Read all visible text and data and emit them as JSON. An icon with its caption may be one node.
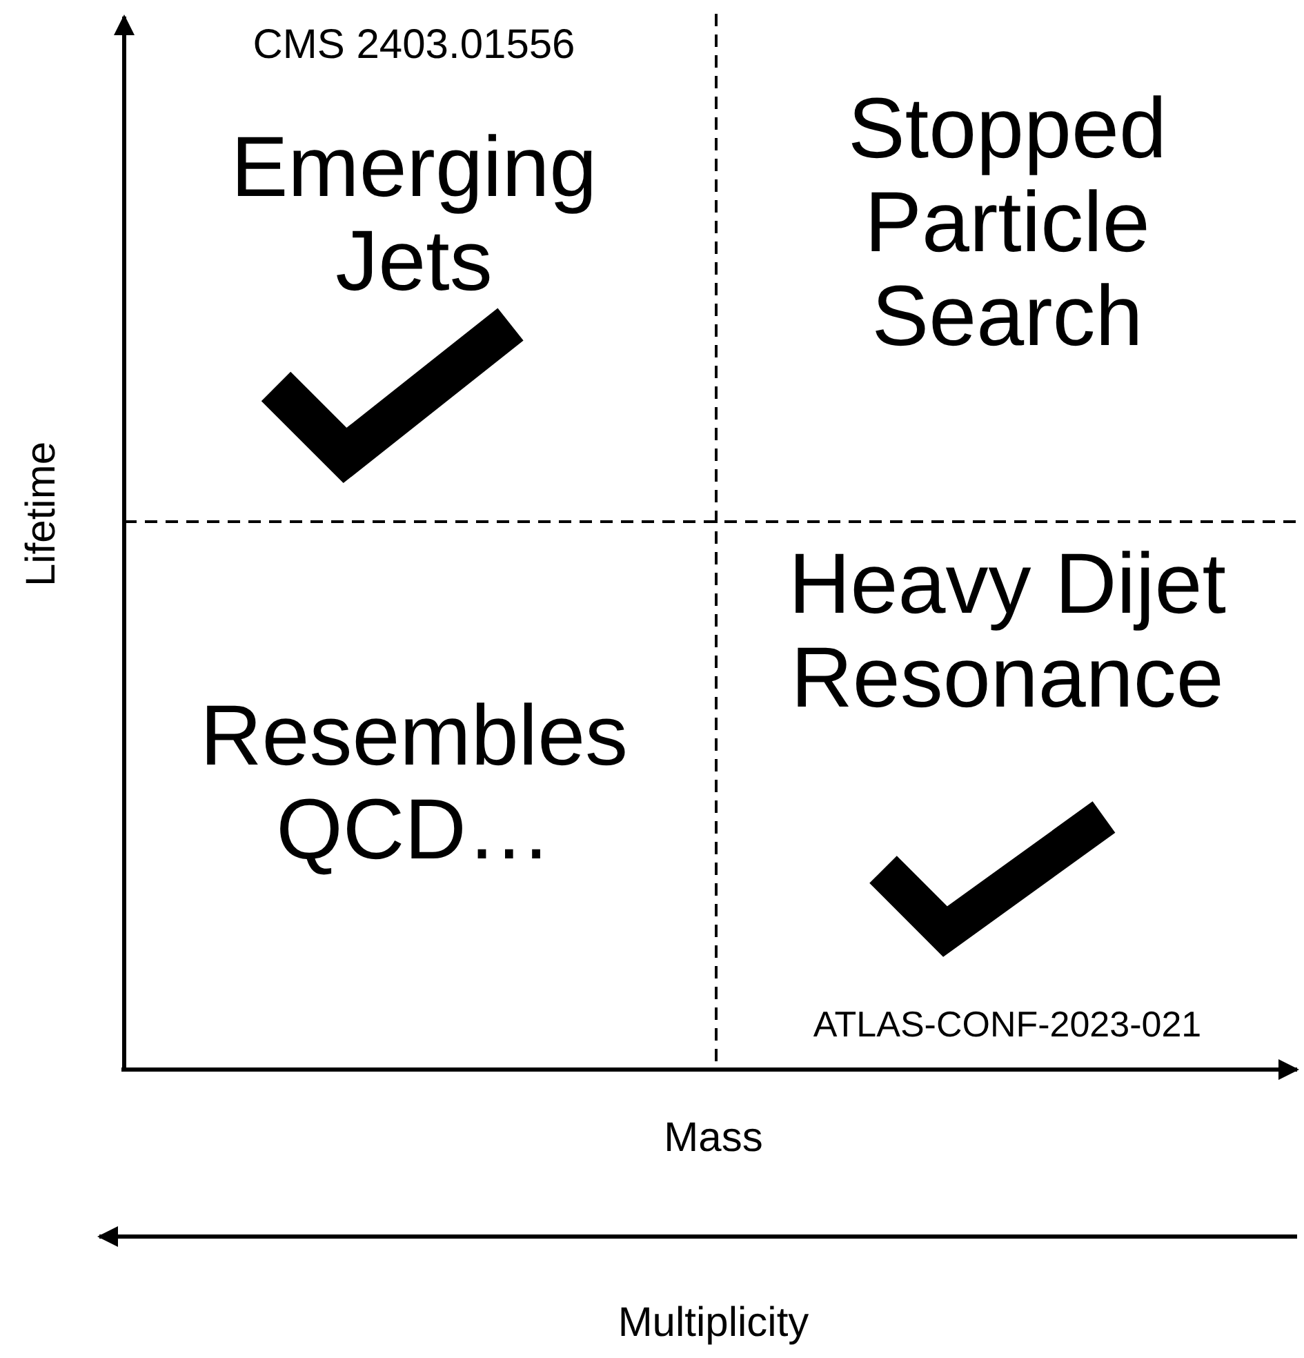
{
  "diagram": {
    "labels": [
      "CMS 2403.01556",
      "Emerging Jets",
      "Stopped Particle Search",
      "Lifetime",
      "Heavy Dijet Resonance",
      "Resembles QCD…",
      "ATLAS-CONF-2023-021",
      "Mass",
      "Multiplicity"
    ]
  }
}
